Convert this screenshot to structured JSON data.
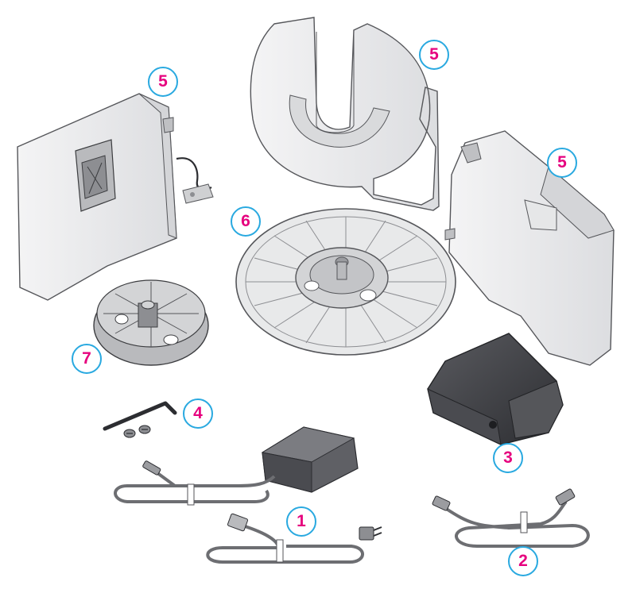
{
  "palette": {
    "callout_border": "#29a9e0",
    "callout_text": "#e6007e",
    "part_fill": "#ececed",
    "part_shade": "#cfd0d2",
    "part_stroke": "#55565a",
    "dark_part": "#3d3e42"
  },
  "callouts": [
    {
      "label": "5",
      "part": "left-enclosure-panel"
    },
    {
      "label": "5",
      "part": "top-curved-bracket"
    },
    {
      "label": "5",
      "part": "right-enclosure-panel"
    },
    {
      "label": "6",
      "part": "large-reel"
    },
    {
      "label": "7",
      "part": "small-hub"
    },
    {
      "label": "4",
      "part": "hex-key-and-screws"
    },
    {
      "label": "3",
      "part": "ink-cartridge"
    },
    {
      "label": "1",
      "part": "power-adapter-and-cord"
    },
    {
      "label": "2",
      "part": "usb-cable"
    }
  ]
}
